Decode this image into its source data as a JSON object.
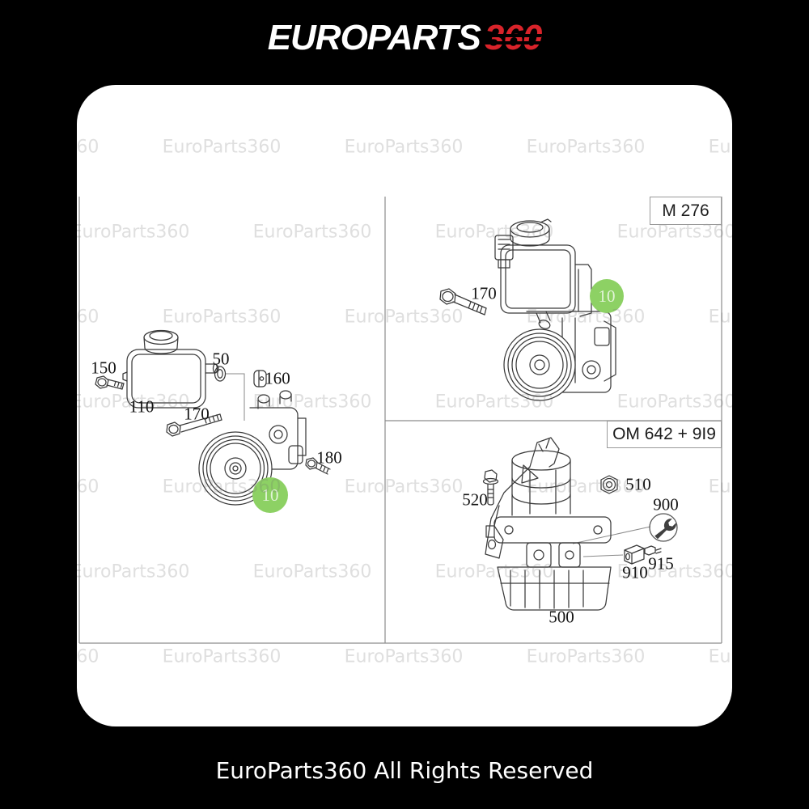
{
  "brand": {
    "logo_text_main": "EUROPARTS",
    "logo_text_accent": "360",
    "logo_accent_color": "#d8232a"
  },
  "watermark": {
    "text": "EuroParts360"
  },
  "footer": {
    "text": "EuroParts360 All Rights Reserved"
  },
  "diagram": {
    "highlight_color": "#8dd164",
    "panels": {
      "left": {
        "callouts": [
          "150",
          "110",
          "50",
          "160",
          "170",
          "180"
        ],
        "highlight_label": "10"
      },
      "top_right": {
        "engine_code": "M 276",
        "callouts": [
          "170"
        ],
        "highlight_label": "10"
      },
      "bottom_right": {
        "engine_code": "OM 642 + 9I9",
        "callouts": [
          "520",
          "510",
          "900",
          "910",
          "915",
          "500"
        ]
      }
    }
  }
}
